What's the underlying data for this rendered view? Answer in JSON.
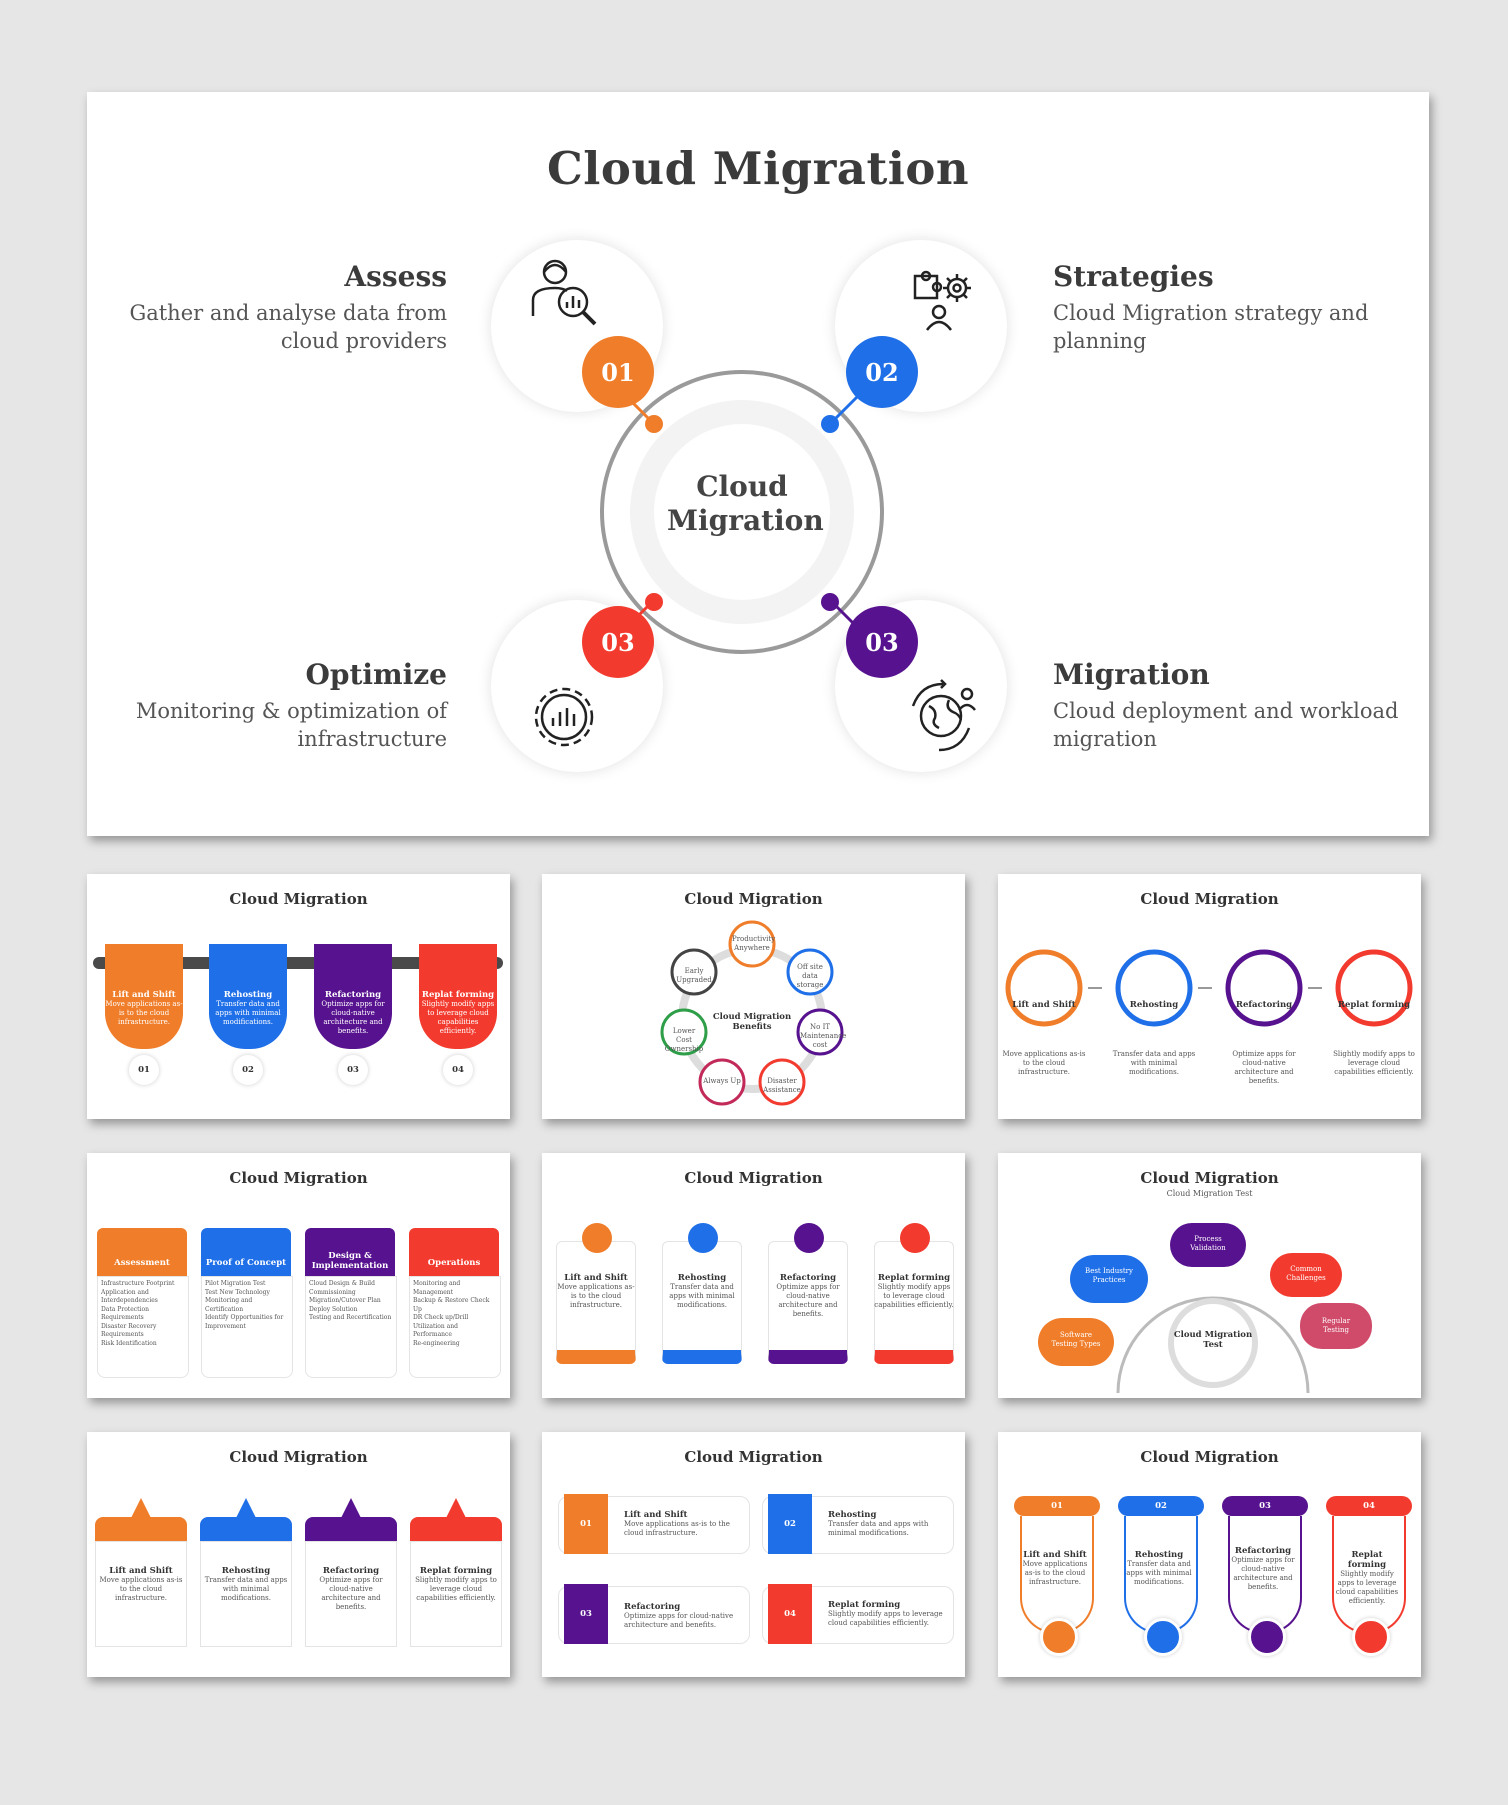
{
  "colors": {
    "orange": "#ef7d2a",
    "blue": "#1f6fe8",
    "purple": "#57128f",
    "red": "#f23b2e",
    "pink": "#d04a6a"
  },
  "main": {
    "title": "Cloud Migration",
    "center": [
      "Cloud",
      "Migration"
    ],
    "steps": [
      {
        "num": "01",
        "heading": "Assess",
        "desc": [
          "Gather and analyse data from",
          "cloud providers"
        ],
        "icon": "analyst-magnifier-icon"
      },
      {
        "num": "02",
        "heading": "Strategies",
        "desc": [
          "Cloud Migration strategy and",
          "planning"
        ],
        "icon": "puzzle-gear-person-icon"
      },
      {
        "num": "03",
        "heading": "Optimize",
        "desc": [
          "Monitoring & optimization of",
          "infrastructure"
        ],
        "icon": "gear-chart-icon"
      },
      {
        "num": "03",
        "heading": "Migration",
        "desc": [
          "Cloud deployment and workload",
          "migration"
        ],
        "icon": "globe-arrows-person-icon"
      }
    ]
  },
  "thumbs": {
    "title": "Cloud Migration",
    "strategies": [
      {
        "label": "Lift and Shift",
        "desc": "Move applications as-is to the cloud infrastructure.",
        "num": "01"
      },
      {
        "label": "Rehosting",
        "desc": "Transfer data and apps with minimal modifications.",
        "num": "02"
      },
      {
        "label": "Refactoring",
        "desc": "Optimize apps for cloud-native architecture and benefits.",
        "num": "03"
      },
      {
        "label": "Replat forming",
        "desc": "Slightly modify apps to leverage cloud capabilities efficiently.",
        "num": "04"
      }
    ],
    "benefits": {
      "center": "Cloud Migration Benefits",
      "items": [
        "Productivity Anywhere",
        "Off site data storage",
        "No IT Maintenance cost",
        "Disaster Assistance",
        "Always Up",
        "Lower Cost Ownership",
        "Early Upgraded"
      ]
    },
    "phases": [
      {
        "label": "Assessment",
        "items": [
          "Infrastructure Footprint",
          "Application and Interdependencies",
          "Data Protection Requirements",
          "Disaster Recovery Requirements",
          "Risk Identification"
        ]
      },
      {
        "label": "Proof of Concept",
        "items": [
          "Pilot Migration Test",
          "Test New Technology",
          "Monitoring and Certification",
          "Identify Opportunities for Improvement"
        ]
      },
      {
        "label": "Design & Implementation",
        "items": [
          "Cloud Design & Build",
          "Commissioning",
          "Migration/Cutover Plan",
          "Deploy Solution",
          "Testing and Recertification"
        ]
      },
      {
        "label": "Operations",
        "items": [
          "Monitoring and Management",
          "Backup & Restore Check Up",
          "DR Check up/Drill",
          "Utilization and Performance",
          "Re-engineering"
        ]
      }
    ],
    "test": {
      "subtitle": "Cloud Migration Test",
      "center": "Cloud Migration Test",
      "clouds": [
        "Software Testing Types",
        "Best Industry Practices",
        "Process Validation",
        "Common Challenges",
        "Regular Testing"
      ]
    }
  }
}
